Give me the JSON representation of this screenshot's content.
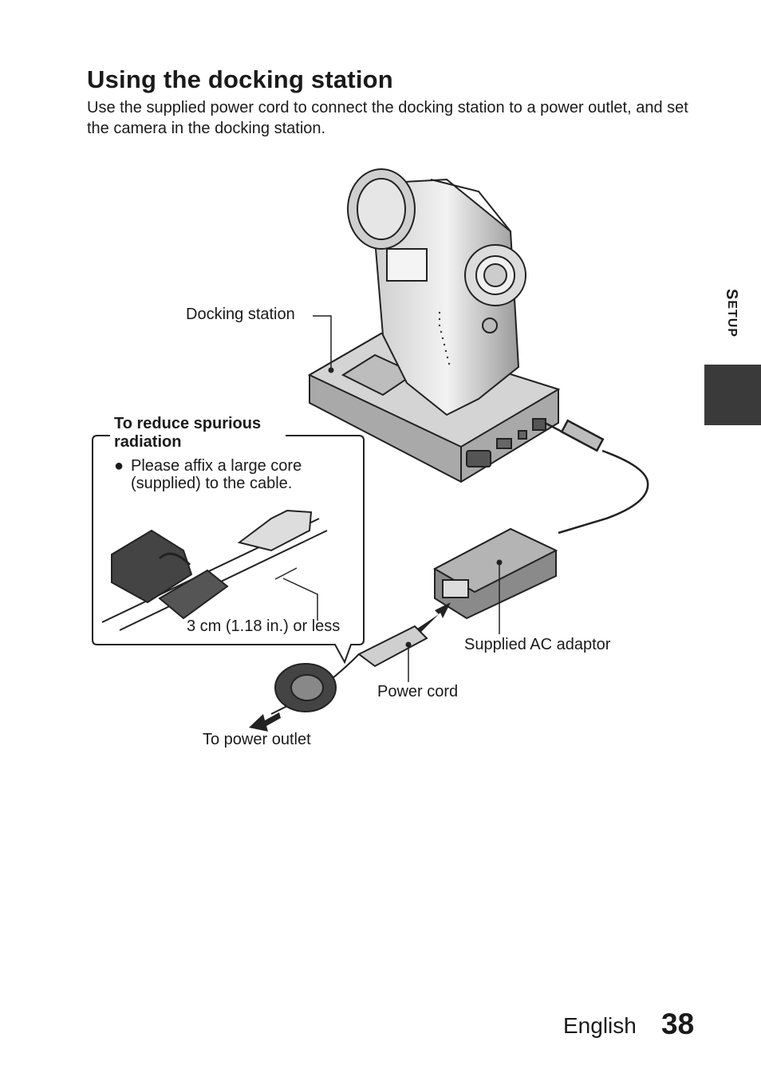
{
  "section": {
    "title": "Using the docking station",
    "intro": "Use the supplied power cord to connect the docking station to a power outlet, and set the camera in the docking station."
  },
  "side_tab": {
    "label_first": "S",
    "label_rest": "ETUP"
  },
  "figure": {
    "labels": {
      "docking_station": "Docking station",
      "supplied_ac_adaptor": "Supplied AC adaptor",
      "power_cord": "Power cord",
      "to_power_outlet": "To power outlet",
      "distance": "3 cm (1.18 in.) or less"
    },
    "note": {
      "title": "To reduce spurious radiation",
      "bullet": "●",
      "item": "Please affix a large core (supplied) to the cable."
    }
  },
  "footer": {
    "language": "English",
    "page_number": "38"
  }
}
